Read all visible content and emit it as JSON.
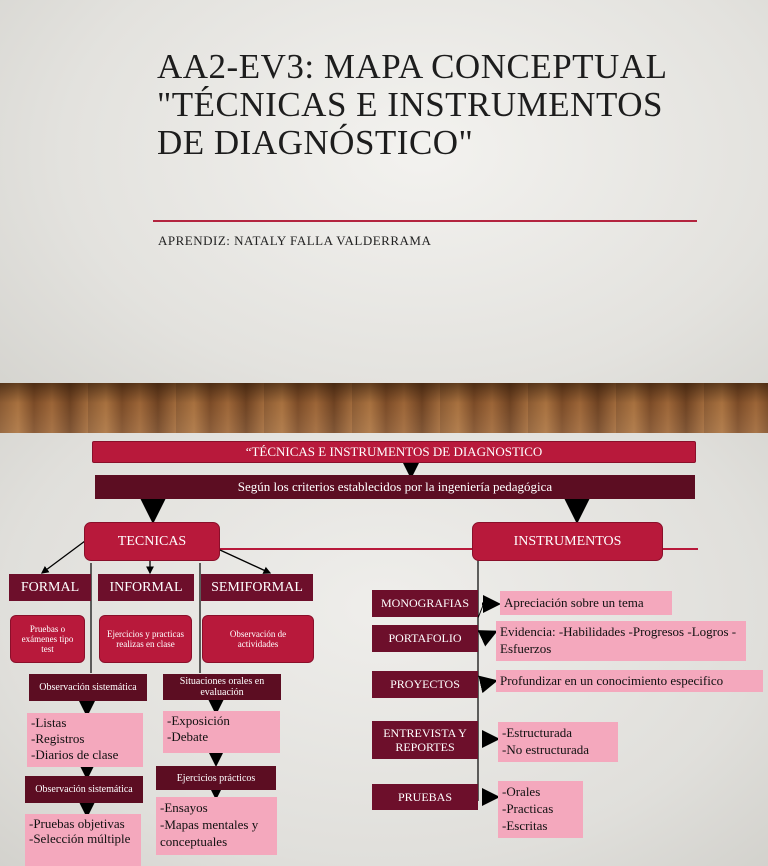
{
  "slide1": {
    "title": "AA2-EV3: MAPA CONCEPTUAL \"TÉCNICAS E INSTRUMENTOS DE DIAGNÓSTICO\"",
    "subtitle": "APRENDIZ: NATALY FALLA VALDERRAMA"
  },
  "map": {
    "main_title": "“TÉCNICAS E INSTRUMENTOS DE DIAGNOSTICO",
    "criteria": "Según los criterios establecidos por la ingeniería pedagógica",
    "tecnicas": "TECNICAS",
    "instrumentos": "INSTRUMENTOS",
    "formal": "FORMAL",
    "informal": "INFORMAL",
    "semiformal": "SEMIFORMAL",
    "formal_desc": "Pruebas o exámenes tipo test",
    "informal_desc": "Ejercicios y practicas realizas en clase",
    "semiformal_desc": "Observación de actividades",
    "obs1": "Observación sistemática",
    "obs1_items": "-Listas\n-Registros\n-Diarios de clase",
    "obs2": "Observación sistemática",
    "obs2_items": "-Pruebas objetivas\n-Selección múltiple",
    "sit_oral": "Situaciones orales en evaluación",
    "sit_oral_items": "-Exposición\n-Debate",
    "ej_pract": "Ejercicios prácticos",
    "ej_pract_items": "-Ensayos\n-Mapas mentales y conceptuales",
    "monografias": "MONOGRAFIAS",
    "monografias_desc": "Apreciación sobre un tema",
    "portafolio": "PORTAFOLIO",
    "portafolio_desc": "Evidencia: -Habilidades -Progresos -Logros -Esfuerzos",
    "proyectos": "PROYECTOS",
    "proyectos_desc": "Profundizar en un conocimiento especifico",
    "entrevista": "ENTREVISTA Y REPORTES",
    "entrevista_desc": "-Estructurada\n -No estructurada",
    "pruebas": "PRUEBAS",
    "pruebas_desc": "-Orales\n-Practicas\n-Escritas"
  }
}
